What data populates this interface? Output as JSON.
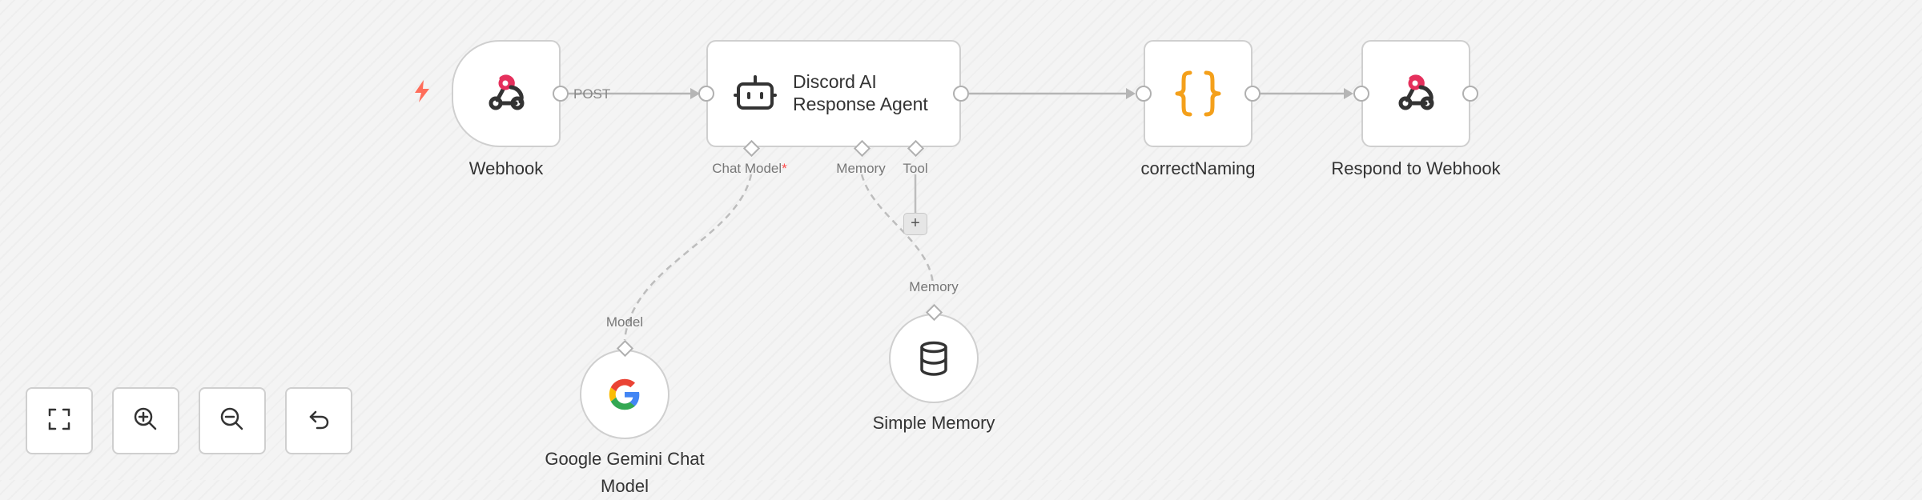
{
  "nodes": {
    "webhook": {
      "label": "Webhook",
      "icon": "webhook-icon"
    },
    "agent": {
      "line1": "Discord AI",
      "line2": "Response Agent",
      "icon": "robot-icon"
    },
    "correct_naming": {
      "label": "correctNaming",
      "icon": "curly-braces-icon"
    },
    "respond": {
      "label": "Respond to Webhook",
      "icon": "webhook-icon"
    },
    "gemini": {
      "label": "Google Gemini Chat Model",
      "icon": "google-icon"
    },
    "memory": {
      "label": "Simple Memory",
      "icon": "database-icon"
    }
  },
  "edges": {
    "post_label": "POST"
  },
  "agent_inputs": {
    "chat_model": "Chat Model",
    "required_marker": "*",
    "memory": "Memory",
    "tool": "Tool",
    "add": "+"
  },
  "sub_ports": {
    "model": "Model",
    "memory": "Memory"
  },
  "colors": {
    "accent_orange": "#ff6d5a",
    "braces_orange": "#f4a01b",
    "webhook_pink": "#e5305c",
    "node_border": "#cfcfcf"
  },
  "controls": [
    {
      "name": "zoom-to-fit",
      "icon": "fit-view-icon"
    },
    {
      "name": "zoom-in",
      "icon": "zoom-in-icon"
    },
    {
      "name": "zoom-out",
      "icon": "zoom-out-icon"
    },
    {
      "name": "reset-zoom",
      "icon": "undo-icon"
    }
  ]
}
